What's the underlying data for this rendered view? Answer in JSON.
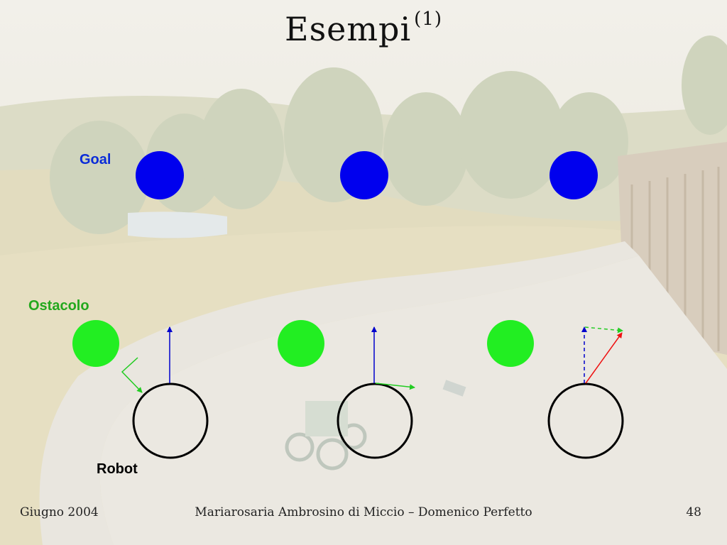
{
  "slide": {
    "title": "Esempi",
    "title_superscript": "(1)"
  },
  "labels": {
    "goal": "Goal",
    "obstacle": "Ostacolo",
    "robot": "Robot"
  },
  "footer": {
    "date": "Giugno 2004",
    "authors": "Mariarosaria Ambrosino di Miccio – Domenico Perfetto",
    "page": "48"
  },
  "colors": {
    "goal": "#0000ee",
    "obstacle": "#22ee22",
    "robot_stroke": "#000000",
    "attractive_vector": "#0000cc",
    "repulsive_vector": "#22cc22",
    "resultant_vector": "#ee1111"
  }
}
